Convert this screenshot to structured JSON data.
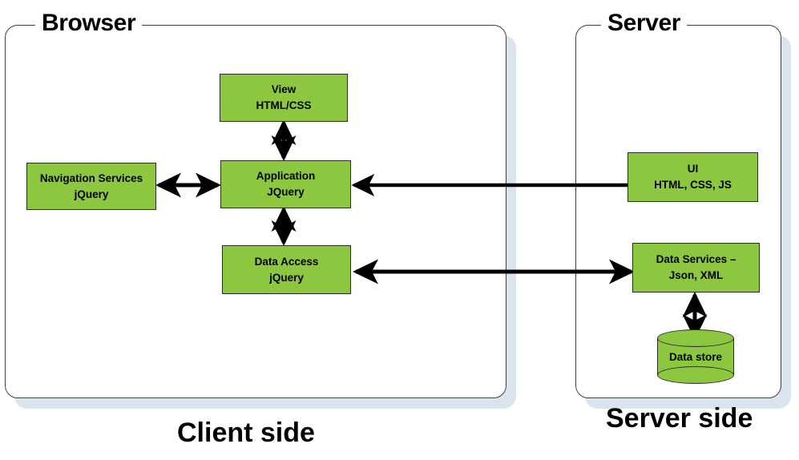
{
  "diagram": {
    "title_client": "Client side",
    "title_server": "Server side",
    "panels": [
      {
        "key": "browser",
        "label": "Browser"
      },
      {
        "key": "server",
        "label": "Server"
      }
    ],
    "nodes": {
      "view": {
        "line1": "View",
        "line2": "HTML/CSS"
      },
      "application": {
        "line1": "Application",
        "line2": "JQuery"
      },
      "navigation": {
        "line1": "Navigation Services",
        "line2": "jQuery"
      },
      "data_access": {
        "line1": "Data Access",
        "line2": "jQuery"
      },
      "ui": {
        "line1": "UI",
        "line2": "HTML, CSS, JS"
      },
      "data_services": {
        "line1": "Data Services –",
        "line2": "Json, XML"
      },
      "data_store": {
        "line1": "Data store"
      }
    },
    "connections": [
      {
        "name": "view-application",
        "from": "view",
        "to": "application",
        "direction": "bidirectional"
      },
      {
        "name": "navigation-application",
        "from": "navigation",
        "to": "application",
        "direction": "bidirectional"
      },
      {
        "name": "application-data-access",
        "from": "application",
        "to": "data_access",
        "direction": "bidirectional"
      },
      {
        "name": "ui-application",
        "from": "ui",
        "to": "application",
        "direction": "unidirectional"
      },
      {
        "name": "data-access-data-services",
        "from": "data_access",
        "to": "data_services",
        "direction": "bidirectional"
      },
      {
        "name": "data-services-data-store",
        "from": "data_services",
        "to": "data_store",
        "direction": "bidirectional"
      }
    ],
    "colors": {
      "node_fill": "#8DC63F",
      "node_stroke": "#2b2b2b",
      "panel_stroke": "#3f3f3f",
      "panel_shadow": "#dbe3ee",
      "background": "#ffffff",
      "arrow": "#000000",
      "text": "#000000"
    }
  }
}
